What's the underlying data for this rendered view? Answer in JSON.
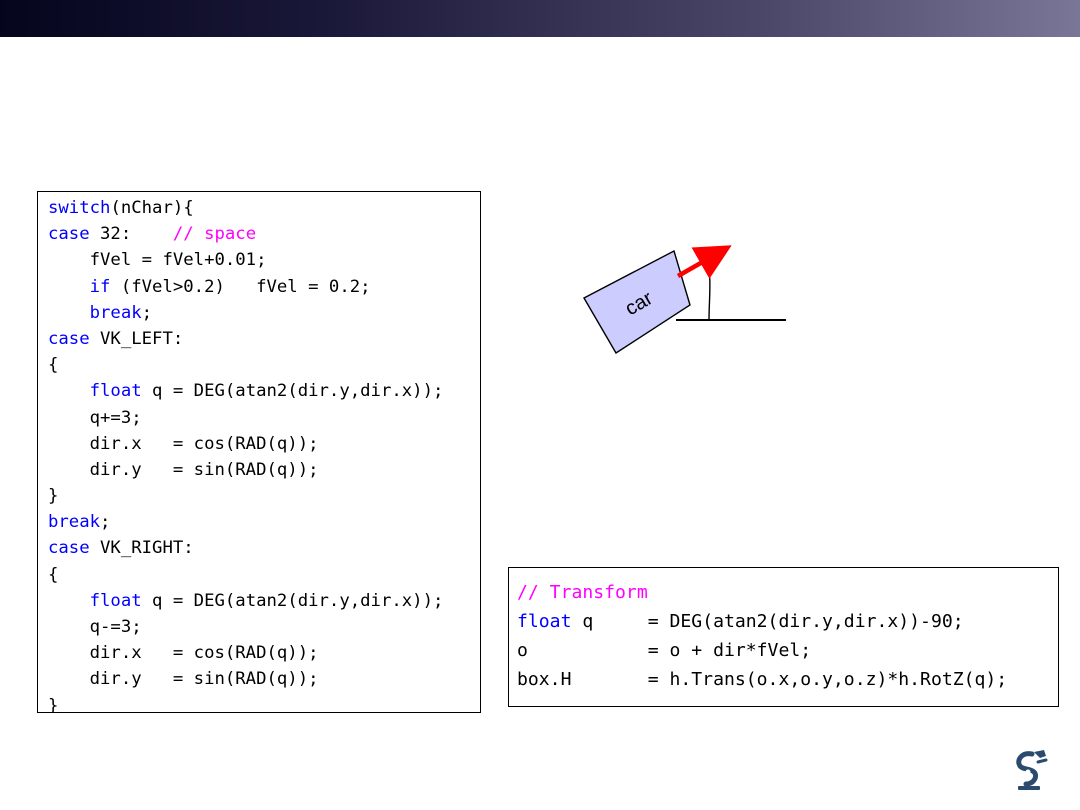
{
  "header": {
    "bar_color_start": "#05051d",
    "bar_color_end": "#7a7698"
  },
  "code_left": {
    "lines": [
      [
        {
          "t": "switch",
          "c": "kw"
        },
        {
          "t": "(nChar){"
        }
      ],
      [
        {
          "t": "case",
          "c": "kw"
        },
        {
          "t": " 32:    "
        },
        {
          "t": "// space",
          "c": "cm"
        }
      ],
      [
        {
          "t": "    fVel = fVel+0.01;"
        }
      ],
      [
        {
          "t": "    "
        },
        {
          "t": "if",
          "c": "kw"
        },
        {
          "t": " (fVel>0.2)   fVel = 0.2;"
        }
      ],
      [
        {
          "t": "    "
        },
        {
          "t": "break",
          "c": "kw"
        },
        {
          "t": ";"
        }
      ],
      [
        {
          "t": "case",
          "c": "kw"
        },
        {
          "t": " VK_LEFT:"
        }
      ],
      [
        {
          "t": "{"
        }
      ],
      [
        {
          "t": "    "
        },
        {
          "t": "float",
          "c": "kw"
        },
        {
          "t": " q = DEG(atan2(dir.y,dir.x));"
        }
      ],
      [
        {
          "t": "    q+=3;"
        }
      ],
      [
        {
          "t": "    dir.x   = cos(RAD(q));"
        }
      ],
      [
        {
          "t": "    dir.y   = sin(RAD(q));"
        }
      ],
      [
        {
          "t": "}"
        }
      ],
      [
        {
          "t": "break",
          "c": "kw"
        },
        {
          "t": ";"
        }
      ],
      [
        {
          "t": "case",
          "c": "kw"
        },
        {
          "t": " VK_RIGHT:"
        }
      ],
      [
        {
          "t": "{"
        }
      ],
      [
        {
          "t": "    "
        },
        {
          "t": "float",
          "c": "kw"
        },
        {
          "t": " q = DEG(atan2(dir.y,dir.x));"
        }
      ],
      [
        {
          "t": "    q-=3;"
        }
      ],
      [
        {
          "t": "    dir.x   = cos(RAD(q));"
        }
      ],
      [
        {
          "t": "    dir.y   = sin(RAD(q));"
        }
      ],
      [
        {
          "t": "}"
        }
      ]
    ]
  },
  "code_right": {
    "lines": [
      [
        {
          "t": "// Transform",
          "c": "cm"
        }
      ],
      [
        {
          "t": "float",
          "c": "kw"
        },
        {
          "t": " q     = DEG(atan2(dir.y,dir.x))-90;"
        }
      ],
      [
        {
          "t": "o           = o + dir*fVel;"
        }
      ],
      [
        {
          "t": "box.H       = h.Trans(o.x,o.y,o.z)*h.RotZ(q);"
        }
      ]
    ]
  },
  "diagram": {
    "car_label": "car",
    "car_fill": "#ccccff",
    "arrow_color": "#ff0000"
  },
  "colors": {
    "keyword": "#0000ff",
    "comment": "#ff00ff"
  },
  "logo": {
    "icon": "robot-arm-logo-icon",
    "color": "#2a4a6e"
  }
}
